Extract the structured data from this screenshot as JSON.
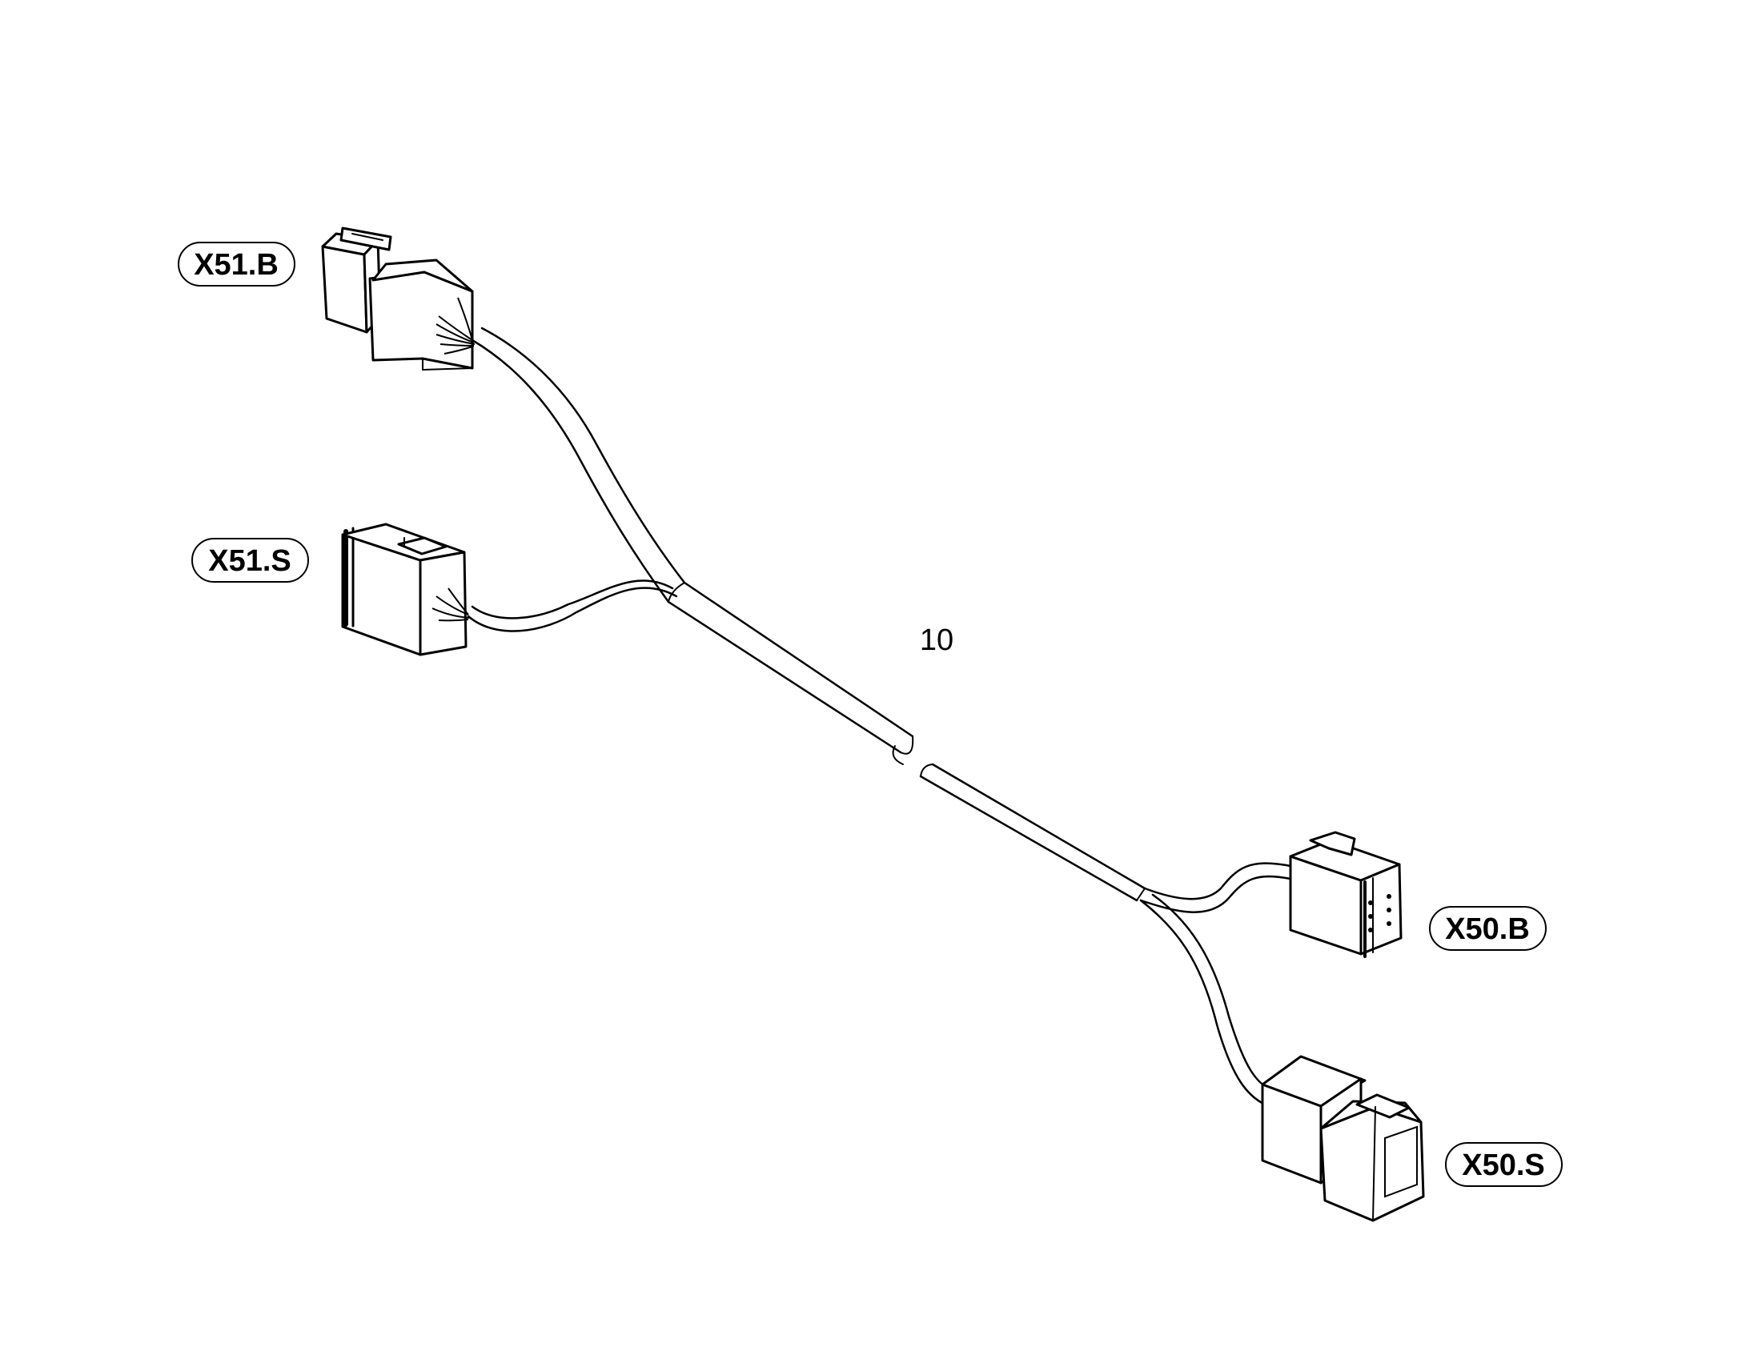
{
  "diagram": {
    "item_number": "10",
    "connectors": [
      {
        "id": "x51b",
        "label": "X51.B"
      },
      {
        "id": "x51s",
        "label": "X51.S"
      },
      {
        "id": "x50b",
        "label": "X50.B"
      },
      {
        "id": "x50s",
        "label": "X50.S"
      }
    ]
  }
}
